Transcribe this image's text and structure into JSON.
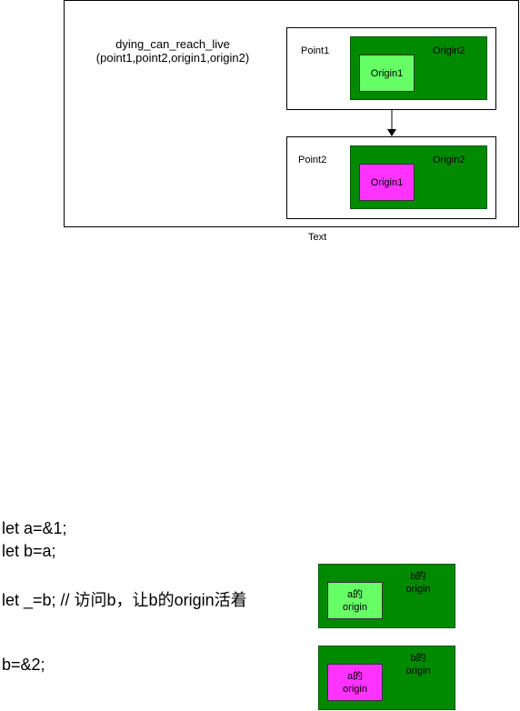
{
  "top_diagram": {
    "title_line1": "dying_can_reach_live",
    "title_line2": "(point1,point2,origin1,origin2)",
    "caption": "Text",
    "point1": {
      "label": "Point1",
      "outer": "Origin2",
      "inner": "Origin1"
    },
    "point2": {
      "label": "Point2",
      "outer": "Origin2",
      "inner": "Origin1"
    }
  },
  "code": {
    "line1": "let a=&1;",
    "line2": "let b=a;",
    "line3": "let _=b;  // 访问b，让b的origin活着",
    "line4": "b=&2;"
  },
  "bottom_boxes": {
    "box1": {
      "outer_line1": "b的",
      "outer_line2": "origin",
      "inner_line1": "a的",
      "inner_line2": "origin"
    },
    "box2": {
      "outer_line1": "b的",
      "outer_line2": "origin",
      "inner_line1": "a的",
      "inner_line2": "origin"
    }
  },
  "colors": {
    "dark_green": "#008a00",
    "light_green": "#66ff66",
    "magenta": "#ff33ff"
  }
}
